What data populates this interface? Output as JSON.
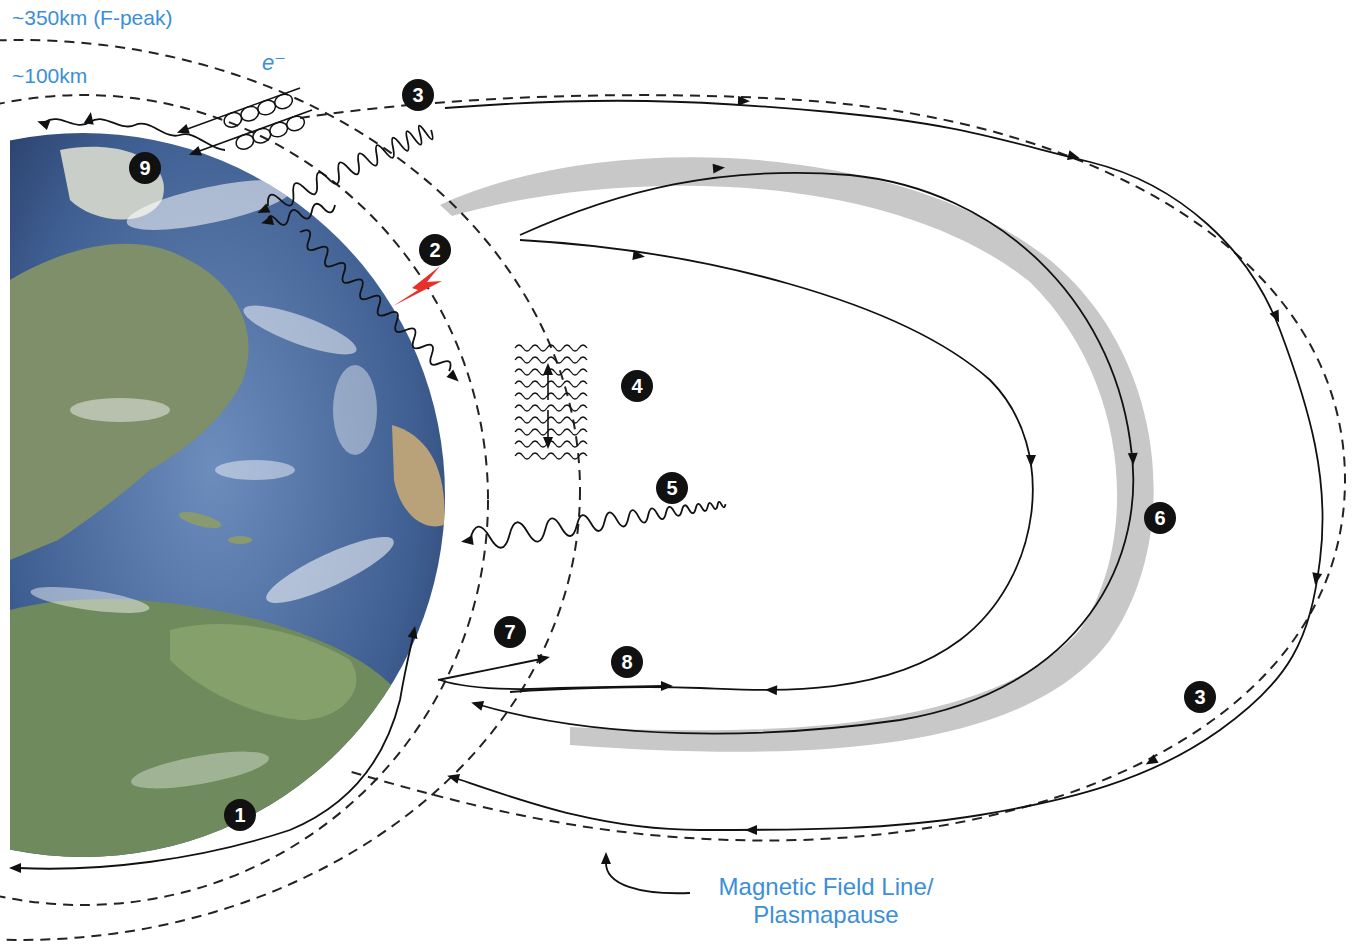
{
  "diagram": {
    "labels": [
      "~350km (F-peak)",
      "~100km",
      "e⁻",
      "3",
      "9",
      "2",
      "4",
      "5",
      "6",
      "7",
      "8",
      "1",
      "3",
      "Magnetic Field Line/ Plasmapause"
    ]
  }
}
